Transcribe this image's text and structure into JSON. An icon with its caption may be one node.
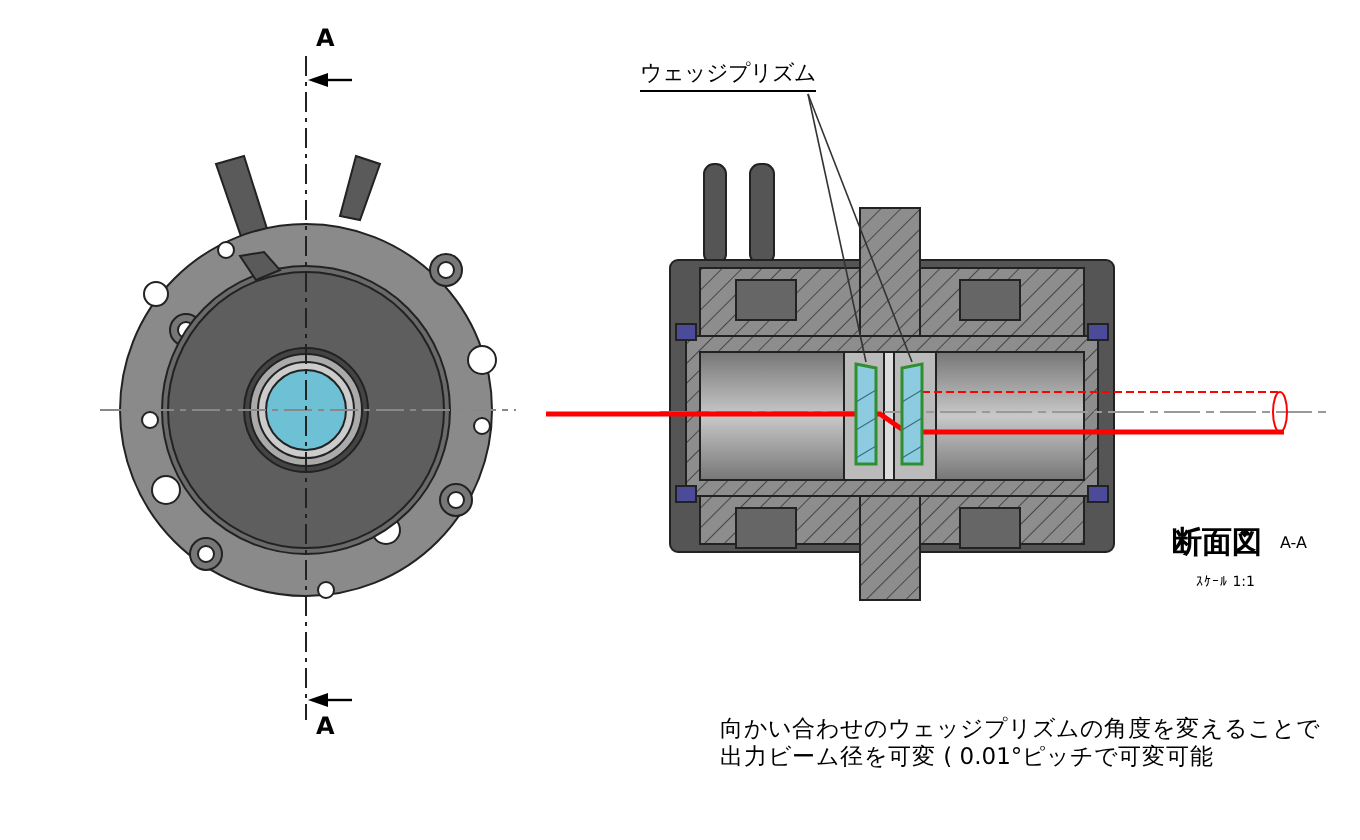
{
  "diagram": {
    "nodes": [
      {
        "text": [
          "ウェッジプリズム"
        ]
      },
      {
        "text": [],
        "shape": "picture"
      },
      {
        "text": [],
        "shape": "picture"
      }
    ],
    "edges": [
      {
        "from": 0,
        "to": 1,
        "arrow": "none"
      },
      {
        "from": 0,
        "to": 2,
        "arrow": "none"
      }
    ],
    "labels": [
      "A",
      "A",
      "断面図",
      "A-A",
      "ｽｹｰﾙ 1:1",
      "向かい合わせのウェッジプリズムの角度を変えることで出力ビーム径を可変 ( 0.01°ピッチで可変可能"
    ]
  }
}
